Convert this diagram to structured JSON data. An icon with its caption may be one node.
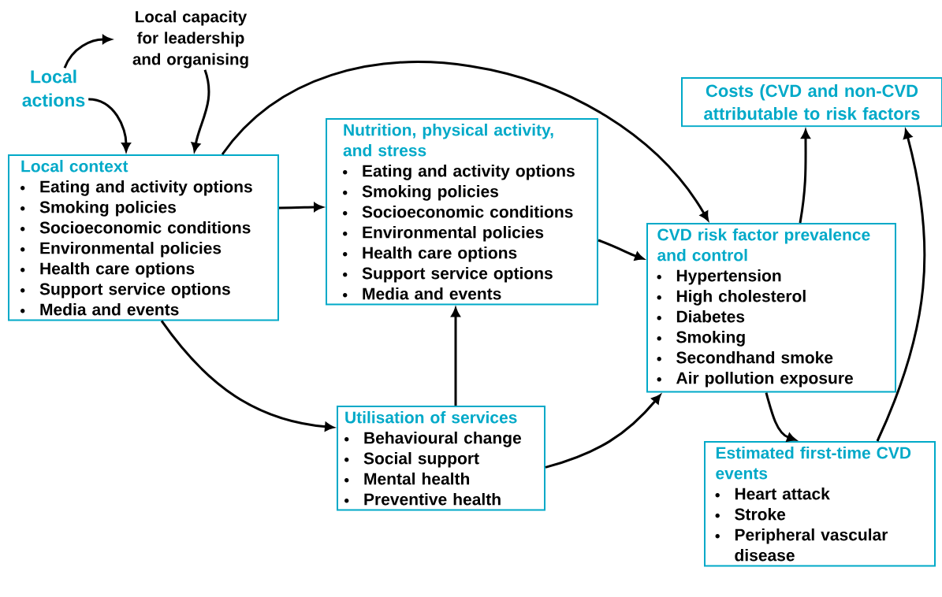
{
  "diagram": {
    "nodes": [
      {
        "text": [
          "Local actions"
        ]
      },
      {
        "text": [
          "Local capacity for leadership and organising"
        ]
      },
      {
        "text": [
          "Local context",
          "Eating and activity options",
          "Smoking policies",
          "Socioeconomic conditions",
          "Environmental policies",
          "Health care options",
          "Support service options",
          "Media and events"
        ]
      },
      {
        "text": [
          "Nutrition, physical activity, and stress",
          "Eating and activity options",
          "Smoking policies",
          "Socioeconomic conditions",
          "Environmental policies",
          "Health care options",
          "Support service options",
          "Media and events"
        ]
      },
      {
        "text": [
          "CVD risk factor prevalence and control",
          "Hypertension",
          "High cholesterol",
          "Diabetes",
          "Smoking",
          "Secondhand smoke",
          "Air pollution exposure"
        ]
      },
      {
        "text": [
          "Costs (CVD and non-CVD attributable to risk factors"
        ]
      },
      {
        "text": [
          "Utilisation of services",
          "Behavioural change",
          "Social support",
          "Mental health",
          "Preventive health"
        ]
      },
      {
        "text": [
          "Estimated first-time CVD events",
          "Heart attack",
          "Stroke",
          "Peripheral vascular disease"
        ]
      }
    ],
    "edges": [
      {
        "from": 0,
        "to": 1,
        "arrow": "to"
      },
      {
        "from": 0,
        "to": 2,
        "arrow": "to"
      },
      {
        "from": 1,
        "to": 2,
        "arrow": "to"
      },
      {
        "from": 2,
        "to": 3,
        "arrow": "to"
      },
      {
        "from": 2,
        "to": 4,
        "arrow": "to"
      },
      {
        "from": 2,
        "to": 6,
        "arrow": "to"
      },
      {
        "from": 6,
        "to": 3,
        "arrow": "to"
      },
      {
        "from": 6,
        "to": 4,
        "arrow": "to"
      },
      {
        "from": 3,
        "to": 4,
        "arrow": "to"
      },
      {
        "from": 4,
        "to": 5,
        "arrow": "to"
      },
      {
        "from": 4,
        "to": 7,
        "arrow": "to"
      },
      {
        "from": 7,
        "to": 5,
        "arrow": "to"
      }
    ]
  }
}
